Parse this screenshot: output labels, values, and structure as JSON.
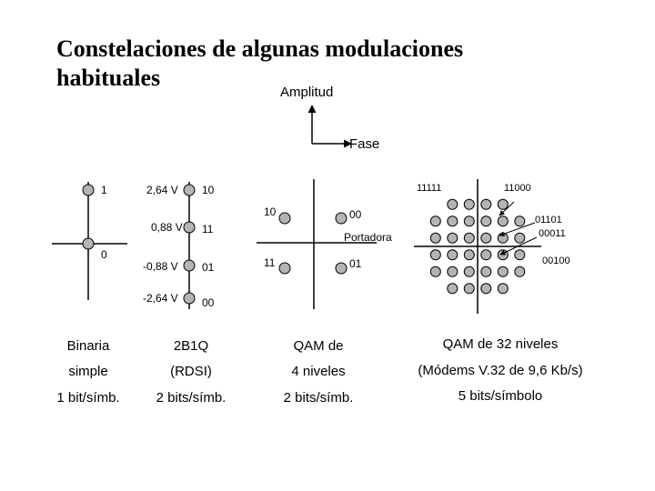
{
  "title": "Constelaciones de algunas modulaciones habituales",
  "axes_legend": {
    "amplitude": "Amplitud",
    "phase": "Fase"
  },
  "binary": {
    "label_one": "1",
    "label_zero": "0"
  },
  "twob1q": {
    "levels": [
      {
        "voltage": "2,64 V",
        "bits": "10"
      },
      {
        "voltage": "0,88 V",
        "bits": "11"
      },
      {
        "voltage": "-0,88 V",
        "bits": "01"
      },
      {
        "voltage": "-2,64 V",
        "bits": "00"
      }
    ]
  },
  "qam4": {
    "labels": [
      "10",
      "00",
      "11",
      "01"
    ],
    "carrier": "Portadora"
  },
  "qam32": {
    "labels": [
      "11111",
      "11000",
      "01101",
      "00011",
      "00100"
    ]
  },
  "captions": {
    "binary": [
      "Binaria",
      "simple",
      "1 bit/símb."
    ],
    "twob1q": [
      "2B1Q",
      "(RDSI)",
      "2 bits/símb."
    ],
    "qam4": [
      "QAM de",
      "4 niveles",
      "2 bits/símb."
    ],
    "qam32": [
      "QAM de 32 niveles",
      "(Módems V.32 de 9,6 Kb/s)",
      "5 bits/símbolo"
    ]
  }
}
